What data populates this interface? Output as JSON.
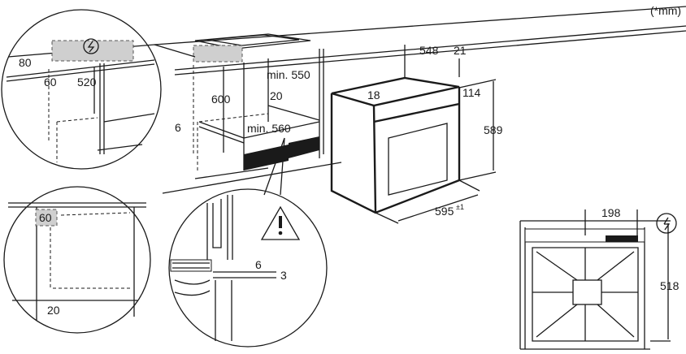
{
  "unit_note": "(*mm)",
  "detail_top_left": {
    "d80": "80",
    "d60": "60",
    "d520": "520"
  },
  "cabinet": {
    "d600": "600",
    "min550": "min. 550",
    "d20": "20",
    "d6": "6",
    "min560": "min. 560"
  },
  "oven": {
    "d548": "548",
    "d21": "21",
    "d18": "18",
    "d114": "114",
    "d589": "589",
    "d595": "595",
    "tol595": "±1"
  },
  "detail_bottom_left": {
    "d60": "60",
    "d20": "20"
  },
  "detail_warning": {
    "d6": "6",
    "d3": "3"
  },
  "side_view": {
    "d198": "198",
    "d518": "518"
  },
  "colors": {
    "line": "#1a1a1a",
    "shade": "#cfcfcf"
  }
}
